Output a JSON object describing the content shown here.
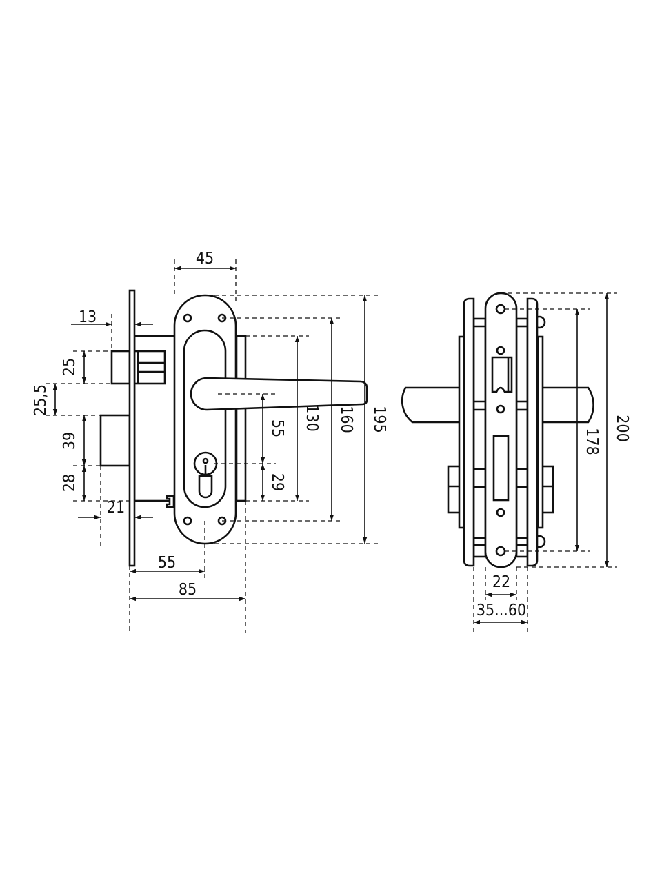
{
  "front_view": {
    "dims": {
      "escutcheon_width": "45",
      "latch_projection": "13",
      "latch_height": "25",
      "latch_to_bolt": "25,5",
      "bolt_height": "39",
      "bolt_to_body": "28",
      "bolt_projection": "21",
      "handle_to_cylinder": "55",
      "cylinder_to_body": "29",
      "body_height": "130",
      "screw_spacing": "160",
      "escutcheon_height": "195",
      "backset": "55",
      "body_depth": "85"
    }
  },
  "side_view": {
    "dims": {
      "faceplate_screw_spacing": "178",
      "faceplate_height": "200",
      "faceplate_width": "22",
      "door_thickness": "35...60"
    }
  }
}
